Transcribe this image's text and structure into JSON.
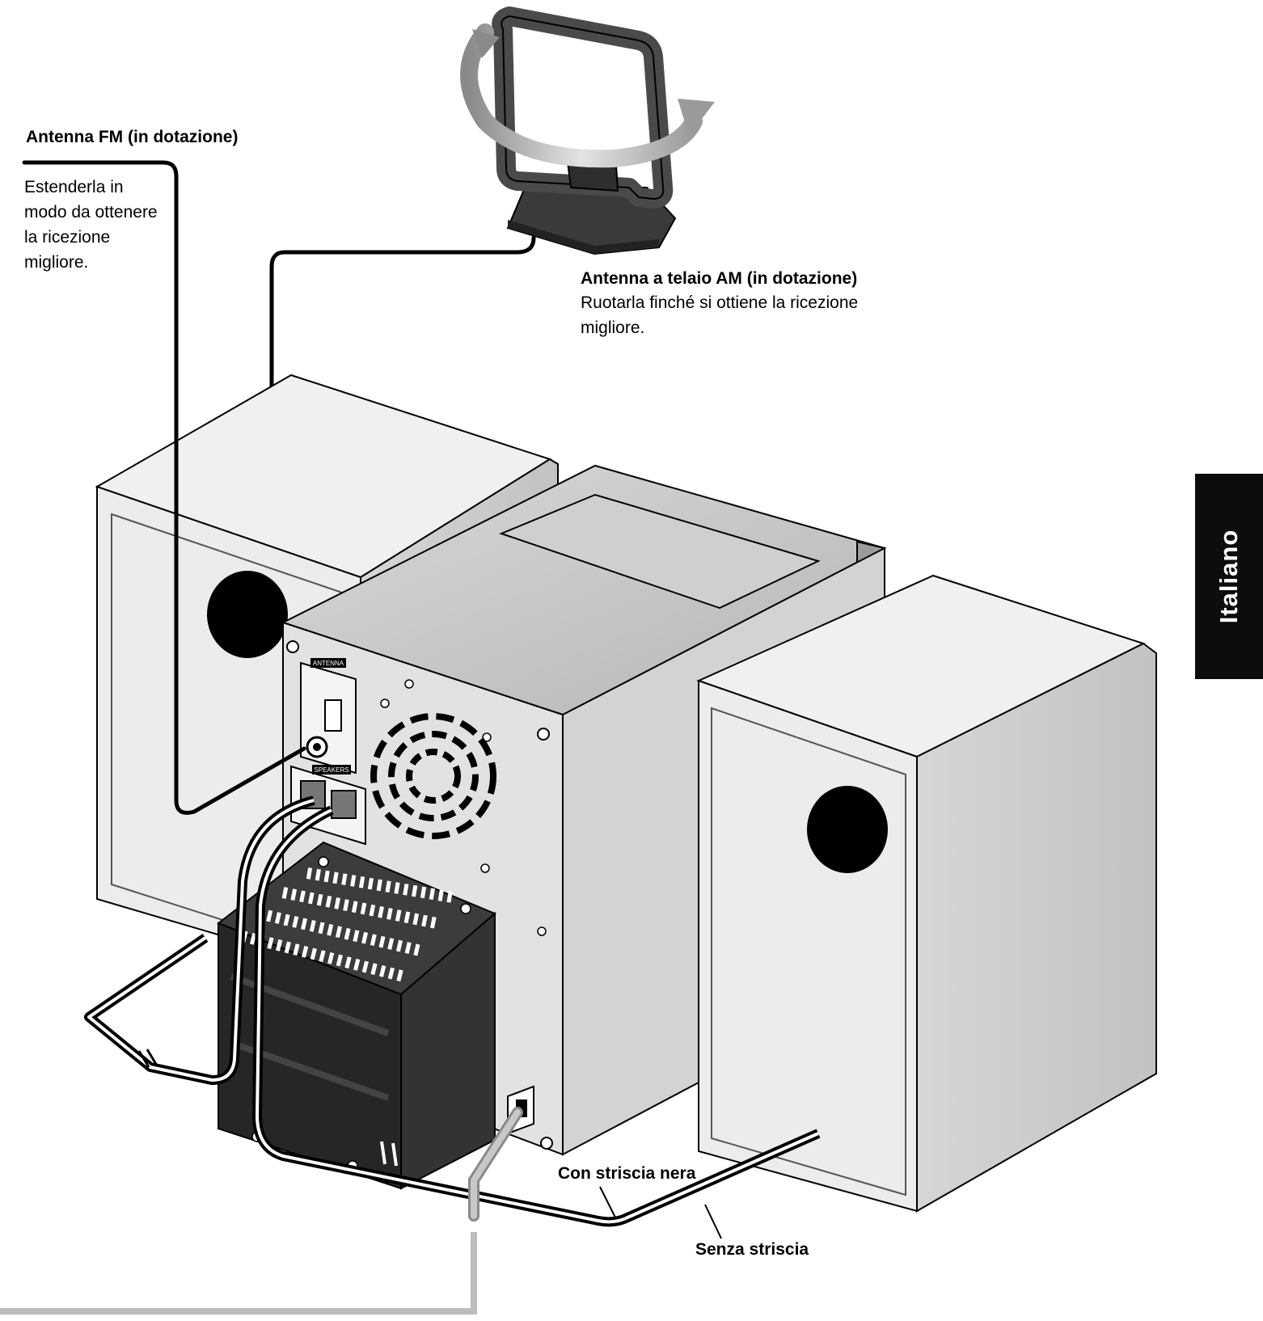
{
  "labels": {
    "fm_antenna_title": "Antenna FM (in dotazione)",
    "fm_antenna_desc_lines": [
      "Estenderla in",
      "modo da ottenere",
      "la ricezione",
      "migliore."
    ],
    "am_antenna_title": "Antenna a telaio AM (in dotazione)",
    "am_antenna_desc_lines": [
      "Ruotarla finché si ottiene la ricezione",
      "migliore."
    ],
    "with_black_stripe": "Con striscia nera",
    "without_stripe": "Senza striscia",
    "language_tab": "Italiano"
  },
  "panel_markings": {
    "antenna": "ANTENNA",
    "speakers": "SPEAKERS"
  },
  "colors": {
    "background": "#ffffff",
    "tab": "#0d0d0d",
    "speaker_face": "#e6e6e6",
    "speaker_side": "#cfcfcf",
    "unit_top": "#c4c4c4",
    "unit_back": "#e4e4e4",
    "heatsink": "#2b2b2b",
    "power_cord": "#bdbdbd"
  }
}
